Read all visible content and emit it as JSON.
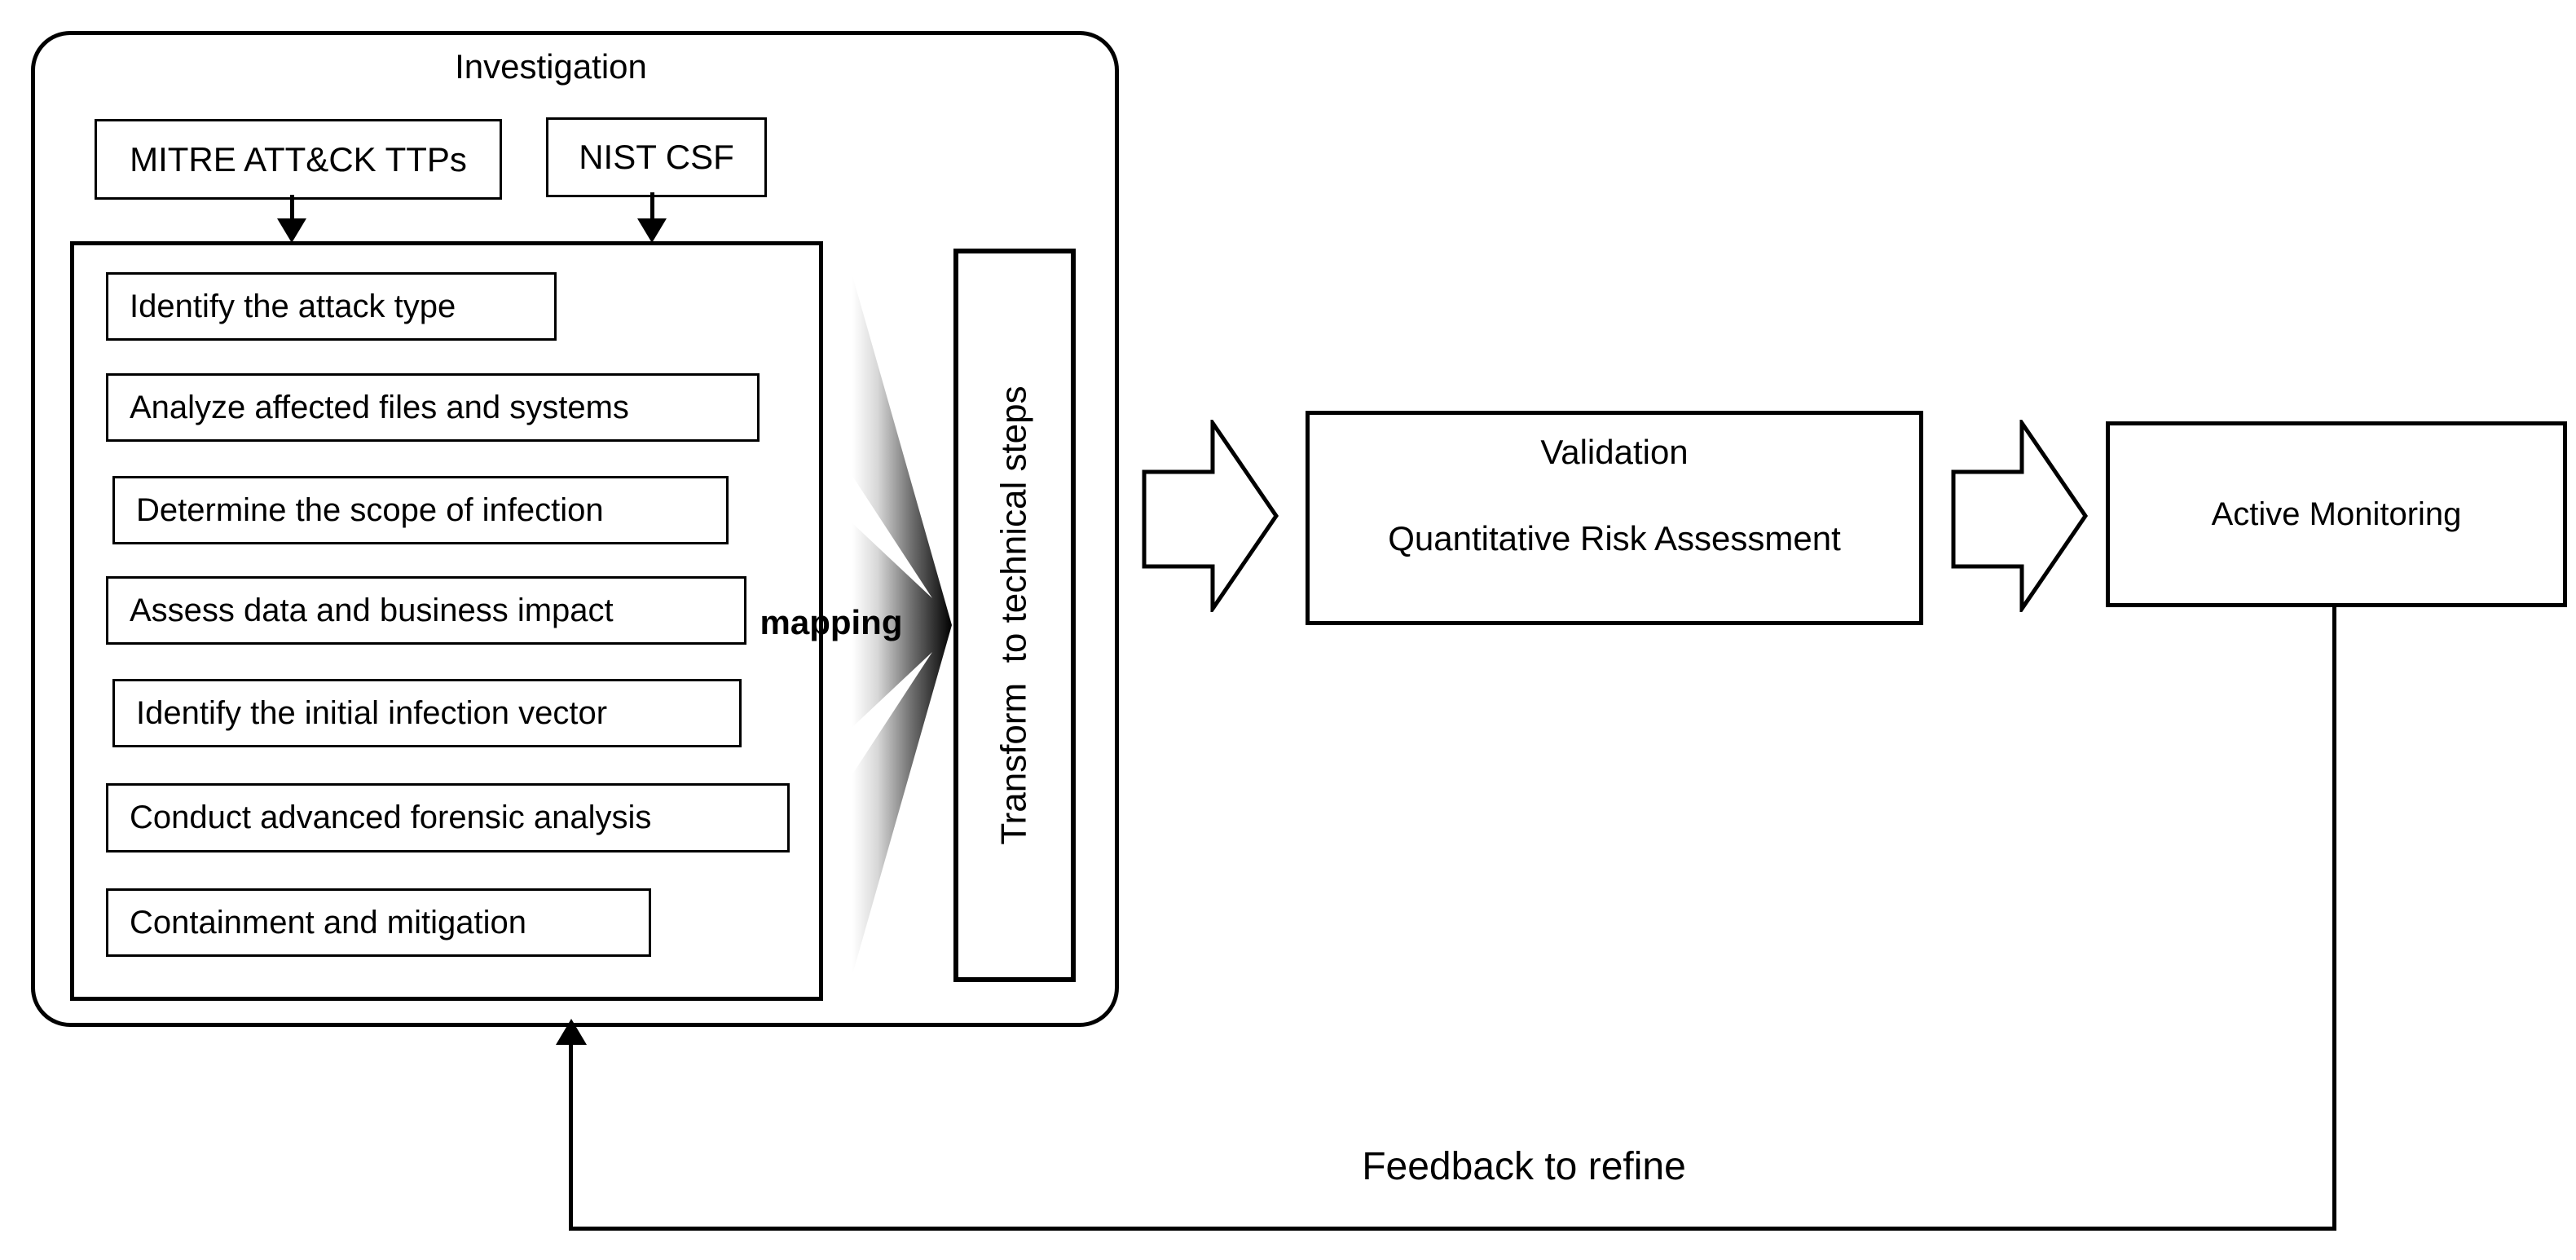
{
  "colors": {
    "line": "#000000",
    "background": "#ffffff",
    "gradient_light": "#ffffff",
    "gradient_dark": "#000000"
  },
  "investigation": {
    "title": "Investigation",
    "frameworks": [
      {
        "label": "MITRE ATT&CK TTPs"
      },
      {
        "label": "NIST CSF"
      }
    ],
    "steps": [
      "Identify the attack type",
      "Analyze affected files and systems",
      "Determine the scope of infection",
      "Assess data and business impact",
      "Identify the initial infection vector",
      "Conduct advanced forensic analysis",
      "Containment and mitigation"
    ],
    "mapping_label": "mapping",
    "transform_label": "Transform  to technical steps"
  },
  "validation": {
    "title": "Validation",
    "subtitle": "Quantitative Risk Assessment"
  },
  "monitoring": {
    "label": "Active Monitoring"
  },
  "feedback": {
    "label": "Feedback to refine"
  }
}
